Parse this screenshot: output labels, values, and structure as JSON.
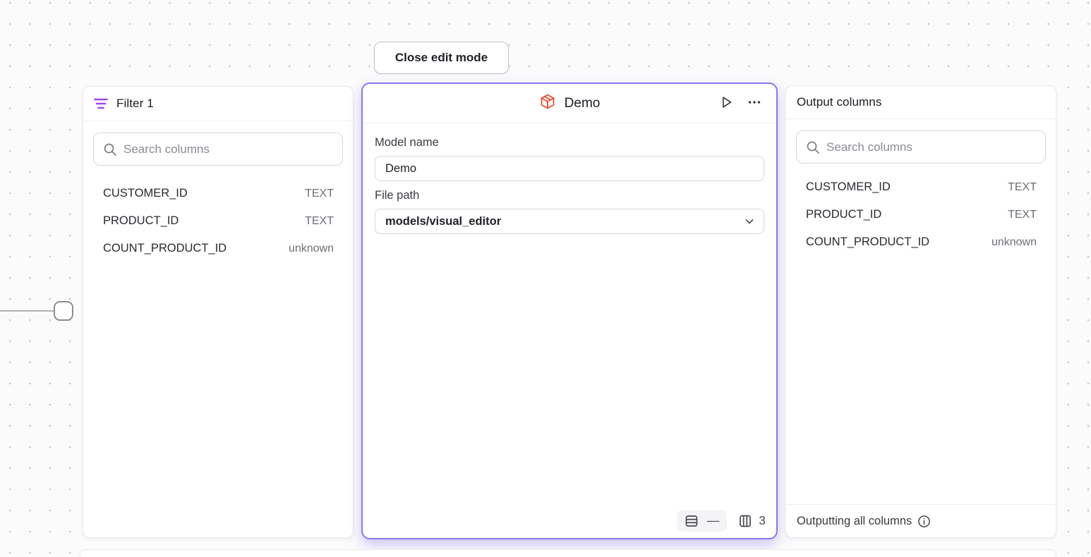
{
  "toolbar": {
    "close_edit_mode_label": "Close edit mode"
  },
  "filter_panel": {
    "title": "Filter 1",
    "search_placeholder": "Search columns",
    "columns": [
      {
        "name": "CUSTOMER_ID",
        "type": "TEXT"
      },
      {
        "name": "PRODUCT_ID",
        "type": "TEXT"
      },
      {
        "name": "COUNT_PRODUCT_ID",
        "type": "unknown"
      }
    ]
  },
  "model_panel": {
    "title": "Demo",
    "model_name_label": "Model name",
    "model_name_value": "Demo",
    "file_path_label": "File path",
    "file_path_value": "models/visual_editor",
    "row_count": "—",
    "column_count": "3"
  },
  "output_panel": {
    "title": "Output columns",
    "search_placeholder": "Search columns",
    "columns": [
      {
        "name": "CUSTOMER_ID",
        "type": "TEXT"
      },
      {
        "name": "PRODUCT_ID",
        "type": "TEXT"
      },
      {
        "name": "COUNT_PRODUCT_ID",
        "type": "unknown"
      }
    ],
    "footer_text": "Outputting all columns"
  },
  "icons": {
    "filter": "filter-icon",
    "search": "search-icon",
    "cube": "cube-icon",
    "play": "play-icon",
    "more": "ellipsis-icon",
    "rows": "table-rows-icon",
    "columns": "table-columns-icon",
    "info": "info-icon",
    "chevron": "chevron-down-icon"
  },
  "colors": {
    "accent_purple": "#8878f0",
    "filter_icon_purple": "#a048f5",
    "cube_orange": "#e5492e",
    "canvas_dot": "#c9c7ce"
  }
}
